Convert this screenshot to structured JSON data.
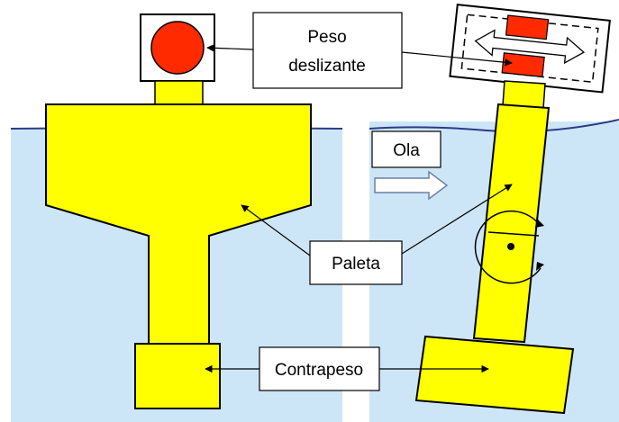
{
  "labels": {
    "sliding_weight_line1": "Peso",
    "sliding_weight_line2": "deslizante",
    "wave": "Ola",
    "paddle": "Paleta",
    "counterweight": "Contrapeso"
  },
  "colors": {
    "water": "#cde6f7",
    "waterline": "#2b3a8c",
    "body_yellow": "#ffff00",
    "weight_red": "#ff2a00",
    "outline": "#000000"
  }
}
